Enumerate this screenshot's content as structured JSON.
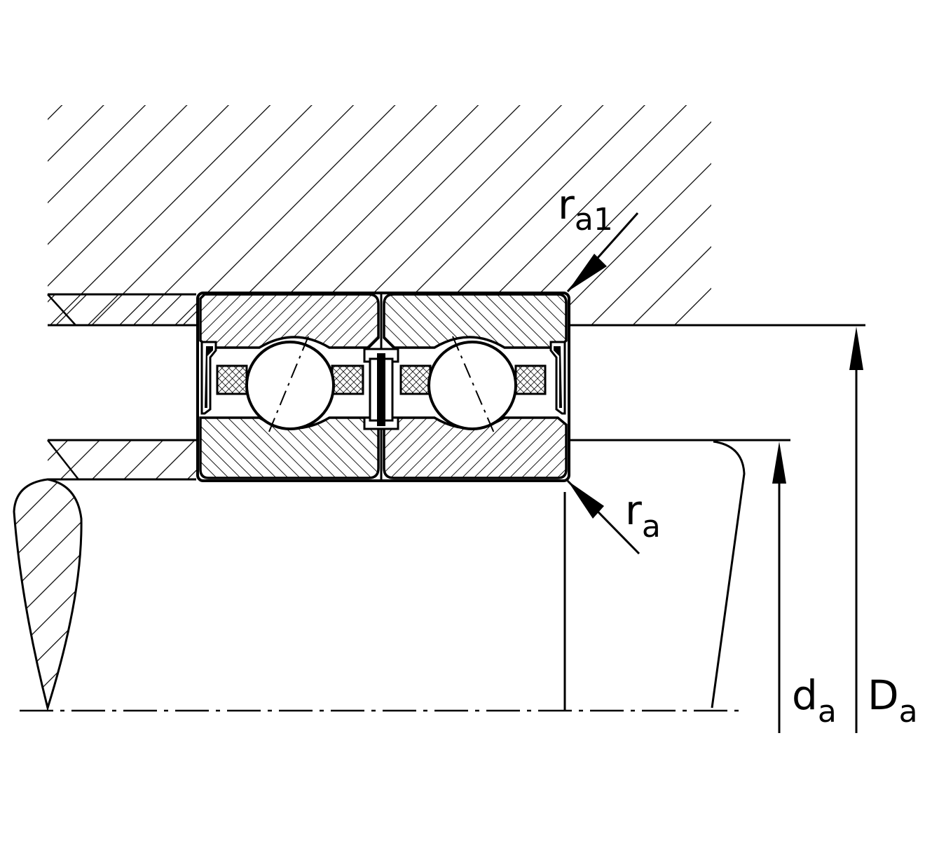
{
  "labels": {
    "ra1": {
      "main": "r",
      "sub": "a1"
    },
    "ra": {
      "main": "r",
      "sub": "a"
    },
    "da": {
      "main": "d",
      "sub": "a"
    },
    "Da": {
      "main": "D",
      "sub": "a"
    }
  },
  "colors": {
    "ink": "#000000",
    "paper": "#ffffff"
  }
}
